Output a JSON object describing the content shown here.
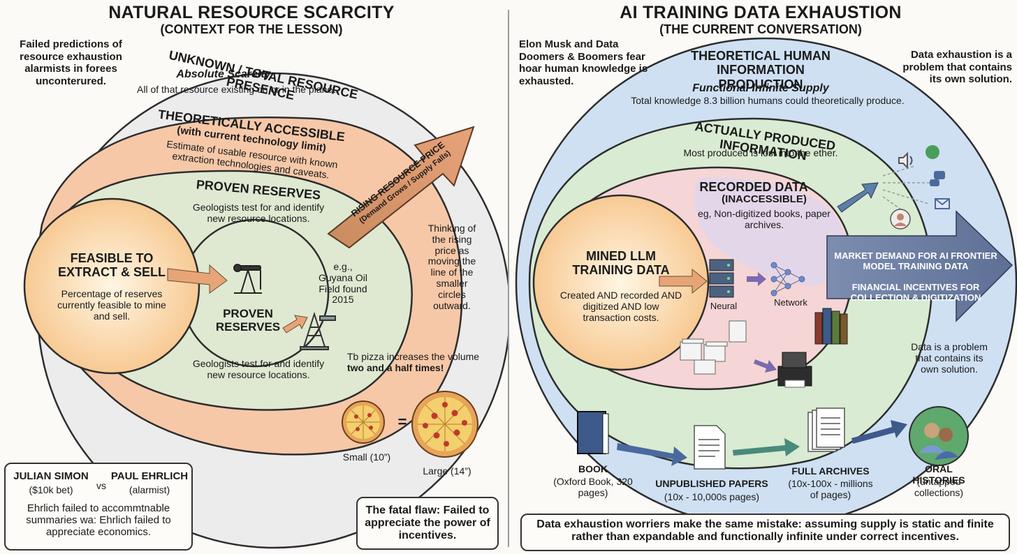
{
  "left": {
    "title": "NATURAL RESOURCE SCARCITY",
    "subtitle": "(CONTEXT FOR THE LESSON)",
    "top_note": "Failed predictions of resource exhaustion alarmists in forees unconterured.",
    "outer": {
      "heading": "UNKNOWN / TOTAL RESOURCE PRESENCE",
      "sub": "Absolute Scarcity",
      "desc": "All of that resource existing on or in the planet."
    },
    "accessible": {
      "heading": "THEORETICALLY ACCESSIBLE",
      "sub": "(with current technology limit)",
      "desc": "Estimate of usable resource with known extraction technologies and caveats."
    },
    "proven": {
      "heading": "PROVEN RESERVES",
      "desc": "Geologists test for and identify new resource locations."
    },
    "feasible": {
      "heading": "FEASIBLE TO EXTRACT & SELL",
      "desc": "Percentage of reserves currently feasible to mine and sell."
    },
    "inner_proven": "PROVEN RESERVES",
    "example": "e.g., Guyana Oil Field found 2015",
    "bottom_desc": "Geologists test for and identify new resource locations.",
    "rising_arrow": {
      "main": "RISING RESOURCE PRICE",
      "sub": "(Demand Grows / Supply Falls)"
    },
    "side_note": "Thinking of the rising price as moving the line of the smaller circles outward.",
    "pizza_note_pre": "Tb pizza increases the volume ",
    "pizza_note_bold": "two and a half times!",
    "pizza_small": "Small (10”)",
    "pizza_large": "Large (14”)",
    "pizza_equals": "=",
    "bet": {
      "simon": "JULIAN SIMON",
      "simon_sub": "($10k bet)",
      "vs": "vs",
      "ehrlich": "PAUL EHRLICH",
      "ehrlich_sub": "(alarmist)",
      "desc": "Ehrlich failed to accommtnable summaries wa: Ehrlich failed to appreciate economics."
    },
    "flaw": "The fatal flaw: Failed to appreciate the power of incentives."
  },
  "right": {
    "title": "AI TRAINING DATA EXHAUSTION",
    "subtitle": "(THE CURRENT CONVERSATION)",
    "left_note": "Elon Musk and Data Doomers & Boomers fear hoar human knowledge is exhausted.",
    "right_note": "Data exhaustion is a problem that contains its own solution.",
    "outer": {
      "heading": "THEORETICAL HUMAN INFORMATION PRODUCTION",
      "sub": "Functional Infinite Supply",
      "desc": "Total knowledge 8.3 billion humans could theoretically produce."
    },
    "produced": {
      "heading": "ACTUALLY PRODUCED INFORMATION",
      "desc": "Most produced is lost into the ether."
    },
    "recorded": {
      "heading": "RECORDED DATA",
      "sub": "(INACCESSIBLE)",
      "desc": "eg, Non-digitized books, paper archives."
    },
    "mined": {
      "heading": "MINED LLM TRAINING DATA",
      "desc": "Created AND recorded AND digitized AND low transaction costs."
    },
    "neural": "Neural",
    "network": "Network",
    "market_arrow": {
      "line1": "MARKET DEMAND FOR AI FRONTIER MODEL TRAINING DATA",
      "line2": "FINANCIAL INCENTIVES FOR COLLECTION & DIGITIZATION"
    },
    "data_note": "Data is a problem that contains its own solution.",
    "chain": [
      {
        "title": "BOOK",
        "desc": "(Oxford Book, 320 pages)"
      },
      {
        "title": "UNPUBLISHED PAPERS",
        "desc": "(10x - 10,000s pages)"
      },
      {
        "title": "FULL ARCHIVES",
        "desc": "(10x-100x - millions of pages)"
      },
      {
        "title": "ORAL HISTORIES",
        "desc": "(untapped collections)"
      }
    ],
    "conclusion": "Data exhaustion worriers make the same mistake: assuming supply is static and finite rather than expandable and functionally infinite under correct incentives."
  }
}
